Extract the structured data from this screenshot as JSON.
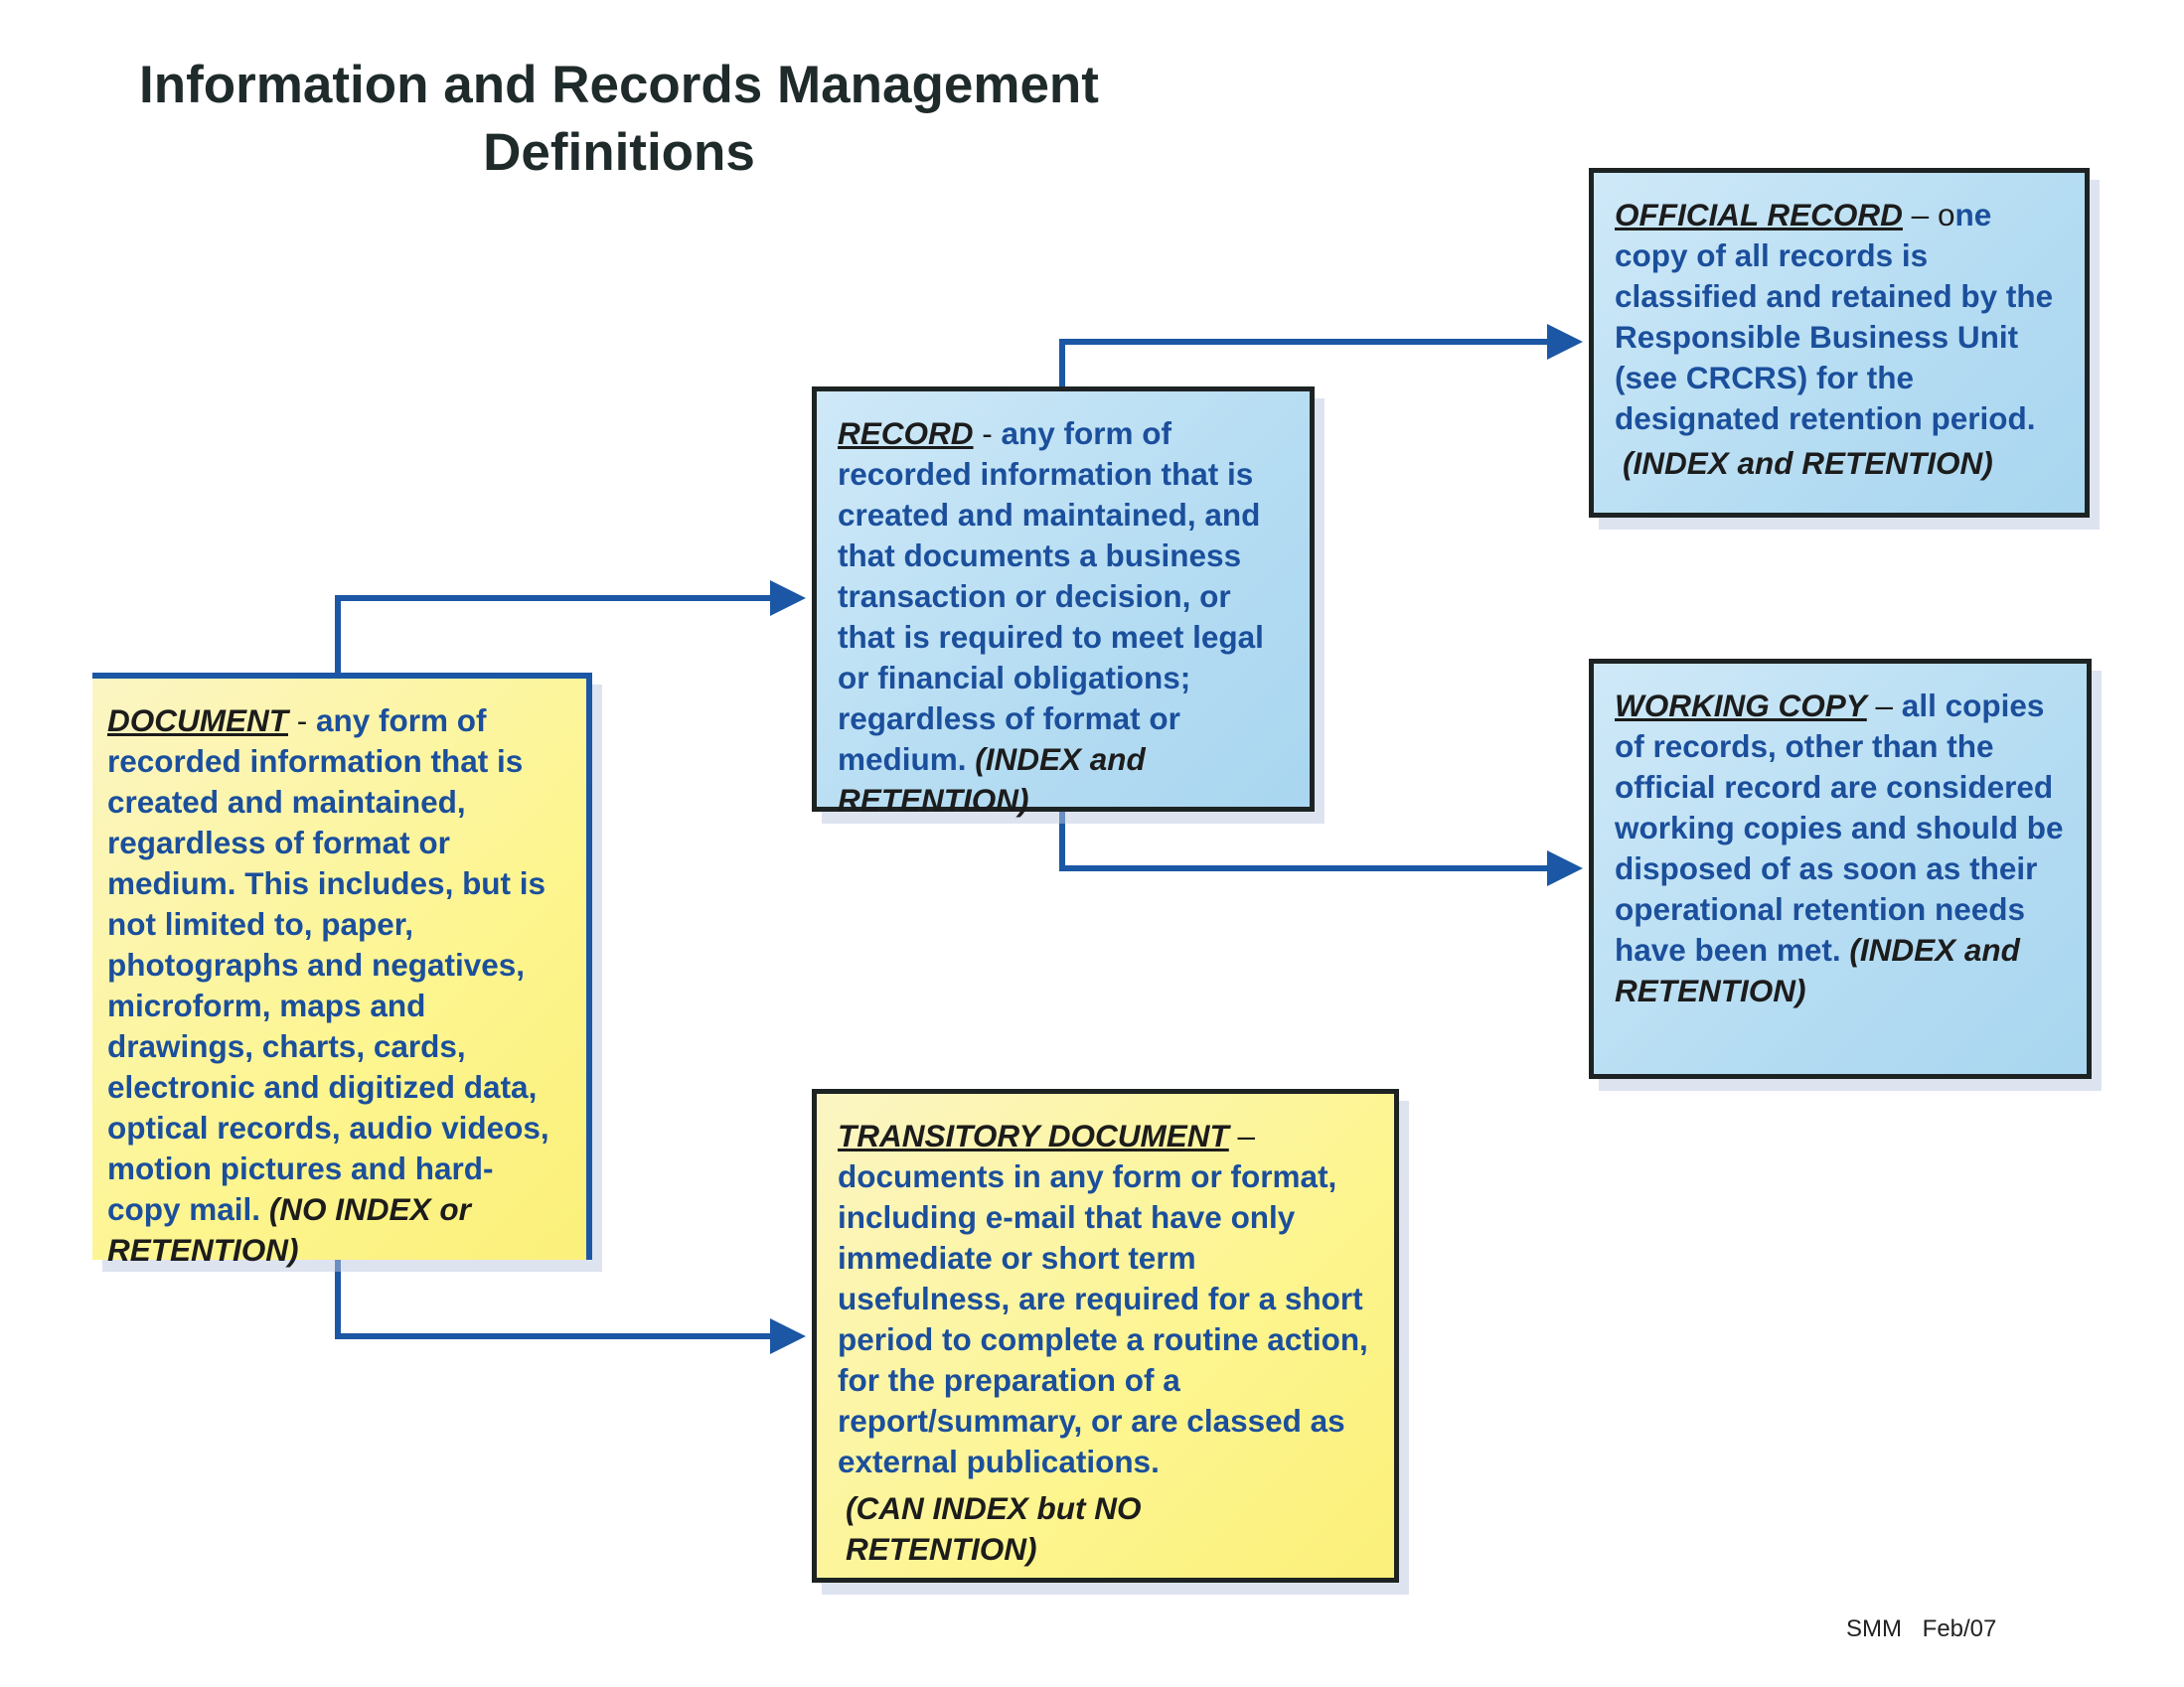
{
  "title": {
    "line1": "Information and Records Management",
    "line2": "Definitions"
  },
  "boxes": {
    "document": {
      "term": "DOCUMENT",
      "dash": " - ",
      "definition": "any form of recorded information that is created and maintained, regardless of format or medium. This includes, but is not limited to, paper, photographs and negatives, microform, maps and drawings, charts, cards, electronic and digitized data, optical records, audio videos, motion pictures and hard-copy mail. ",
      "note": " (NO INDEX or RETENTION)"
    },
    "record": {
      "term": "RECORD",
      "dash": " - ",
      "definition": "any form of recorded information that is created and maintained, and that documents a business transaction or decision, or that is required to meet legal or financial obligations; regardless of format or medium. ",
      "note": " (INDEX and RETENTION)"
    },
    "official_record": {
      "term": "OFFICIAL RECORD",
      "dash": " – o",
      "definition": "ne copy of all records is classified and retained by the Responsible Business Unit (see CRCRS) for the designated retention period.",
      "note": "(INDEX and RETENTION)"
    },
    "working_copy": {
      "term": "WORKING COPY",
      "dash": " – ",
      "definition": "all copies of records, other than the official record are considered working copies and should be disposed of as soon as their operational retention needs have been met. ",
      "note": " (INDEX and RETENTION)"
    },
    "transitory_document": {
      "term": "TRANSITORY DOCUMENT",
      "dash": " –",
      "definition": "documents in any form or format, including e-mail that have only immediate or short term usefulness, are required for a short period to complete a routine action, for the preparation of a report/summary, or are classed as external publications.",
      "note": "(CAN INDEX but NO RETENTION)"
    }
  },
  "footer": "SMM Feb/07",
  "colors": {
    "arrow": "#1b57a5",
    "text": "#1b4f9c",
    "blue_box": "#b4dcf2",
    "yellow_box": "#fdf58f"
  }
}
